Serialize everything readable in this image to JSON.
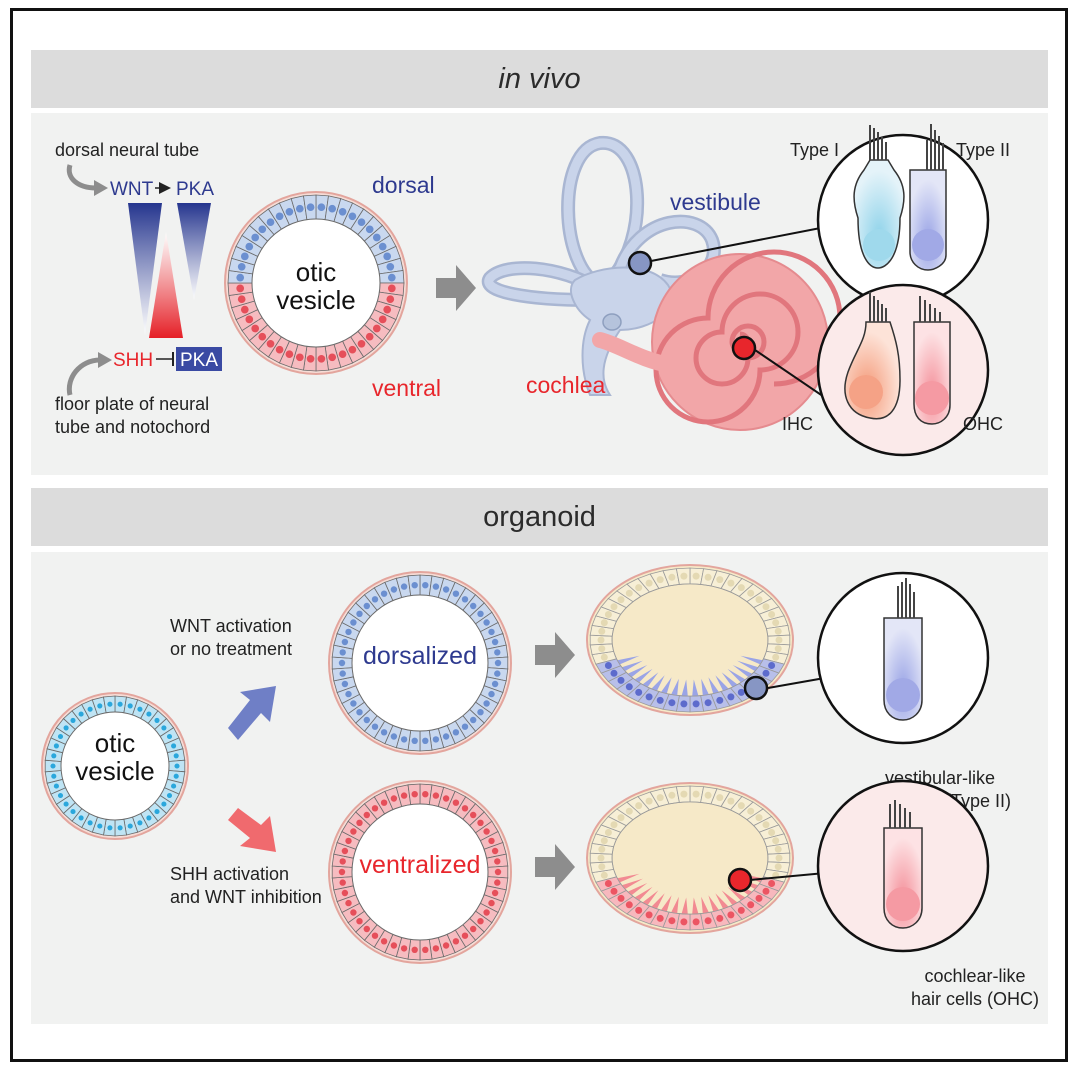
{
  "sections": {
    "in_vivo_title": "in vivo",
    "organoid_title": "organoid"
  },
  "in_vivo": {
    "dorsal_neural_tube": "dorsal neural tube",
    "wnt": "WNT",
    "pka_top": "PKA",
    "shh": "SHH",
    "pka_bottom": "PKA",
    "floor_plate_line1": "floor plate of neural",
    "floor_plate_line2": "tube and notochord",
    "dorsal": "dorsal",
    "ventral": "ventral",
    "otic_line1": "otic",
    "otic_line2": "vesicle",
    "vestibule": "vestibule",
    "cochlea": "cochlea",
    "type_i": "Type I",
    "type_ii": "Type II",
    "ihc": "IHC",
    "ohc": "OHC"
  },
  "organoid": {
    "otic_line1": "otic",
    "otic_line2": "vesicle",
    "wnt_line1": "WNT activation",
    "wnt_line2": "or no treatment",
    "shh_line1": "SHH activation",
    "shh_line2": "and WNT inhibition",
    "dorsalized": "dorsalized",
    "ventralized": "ventralized",
    "vestibular_line1": "vestibular-like",
    "vestibular_line2": "hair cells (Type II)",
    "cochlear_line1": "cochlear-like",
    "cochlear_line2": "hair cells (OHC)"
  },
  "colors": {
    "dorsal_blue": "#2e3a8f",
    "ventral_red": "#e8262c",
    "arrow_gray": "#8d8d8d",
    "wnt_arrow": "#6f7fc6",
    "shh_arrow": "#f06a6e"
  }
}
